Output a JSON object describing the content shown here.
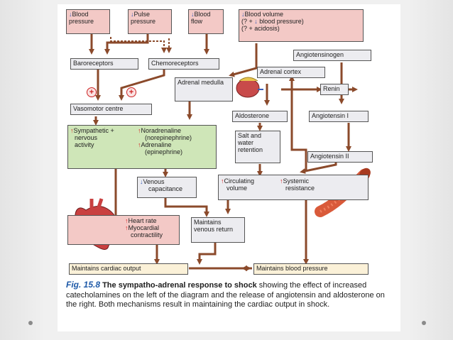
{
  "boxes": {
    "blood_pressure": {
      "arrow": "↓",
      "text": "Blood pressure"
    },
    "pulse_pressure": {
      "arrow": "↓",
      "text": "Pulse pressure"
    },
    "blood_flow": {
      "arrow": "↓",
      "text": "Blood flow"
    },
    "blood_volume": {
      "arrow": "↓",
      "line1": "Blood volume",
      "line2a": "(? + ",
      "line2arrow": "↓",
      "line2b": " blood pressure)",
      "line3": "(? + acidosis)"
    },
    "baroreceptors": "Baroreceptors",
    "chemoreceptors": "Chemoreceptors",
    "adrenal_medulla": "Adrenal medulla",
    "adrenal_cortex": "Adrenal cortex",
    "angiotensinogen": "Angiotensinogen",
    "renin": "Renin",
    "vasomotor_centre": "Vasomotor centre",
    "aldosterone": "Aldosterone",
    "angiotensin_1": "Angiotensin I",
    "sympathetic": {
      "arrow": "↑",
      "line1": "Sympathetic +",
      "line2": "nervous",
      "line3": "activity"
    },
    "noradrenaline": {
      "arrow": "↑",
      "line1": "Noradrenaline",
      "line2": "(norepinephrine)"
    },
    "adrenaline": {
      "arrow": "↑",
      "line1": "Adrenaline",
      "line2": "(epinephrine)"
    },
    "salt_water": {
      "line1": "Salt and",
      "line2": "water",
      "line3": "retention"
    },
    "angiotensin_2": "Angiotensin II",
    "venous_capacitance": {
      "arrow": "↓",
      "line1": "Venous",
      "line2": "capacitance"
    },
    "circulating_volume": {
      "arrow": "↑",
      "line1": "Circulating",
      "line2": "volume"
    },
    "systemic_resistance": {
      "arrow": "↑",
      "line1": "Systemic",
      "line2": "resistance"
    },
    "heart_rate": {
      "arrow": "↑",
      "text": "Heart rate"
    },
    "myocardial": {
      "arrow": "↑",
      "line1": "Myocardial",
      "line2": "contractility"
    },
    "venous_return": {
      "line1": "Maintains",
      "line2": "venous return"
    },
    "cardiac_output": "Maintains cardiac output",
    "blood_pressure_out": "Maintains blood pressure"
  },
  "plus_sign": "+",
  "caption": {
    "fig": "Fig. 15.8",
    "bold": " The sympatho-adrenal response to shock",
    "rest": " showing the effect of increased catecholamines on the left of the diagram and the release of angiotensin and aldosterone on the right. Both mechanisms result in maintaining the cardiac output in shock."
  },
  "colors": {
    "pink": "#f3c9c6",
    "grey": "#ececf0",
    "green": "#cfe6b8",
    "cream": "#fbf1d8",
    "arrow_brown": "#8b4a2b",
    "up_red": "#d61f1f",
    "down_blue": "#3a5db8",
    "caption_blue": "#1f5aa8"
  }
}
